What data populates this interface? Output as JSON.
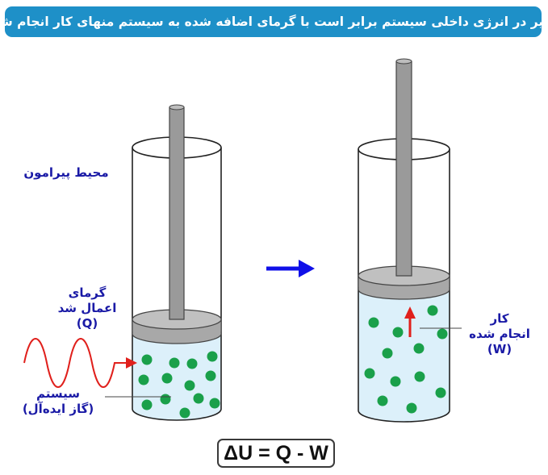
{
  "title": "تغییر در انرژی داخلی سیستم برابر است با گرمای اضافه شده به سیستم منهای کار انجام شده",
  "labels": {
    "surroundings": "محیط پیرامون",
    "heat_line1": "گرمای",
    "heat_line2": "اعمال شد",
    "heat_symbol": "(Q)",
    "system_line1": "سیستم",
    "system_line2": "(گاز ایده‌آل)",
    "work_line1": "کار",
    "work_line2": "انجام شده",
    "work_symbol": "(W)"
  },
  "formula": "ΔU = Q - W",
  "colors": {
    "banner": "#1e90c8",
    "label_text": "#1a1aa6",
    "gas_fill": "#dcf0fa",
    "particle": "#1aa04a",
    "heat_wave": "#e0201c",
    "arrow_right": "#1010e8",
    "work_arrow": "#e0201c",
    "piston": "#b0b0b0",
    "rod": "#9a9a9a"
  },
  "icons": {
    "process_arrow": "arrow-right-icon",
    "heat_wave": "heat-wave-icon",
    "work_arrow": "arrow-up-icon"
  }
}
